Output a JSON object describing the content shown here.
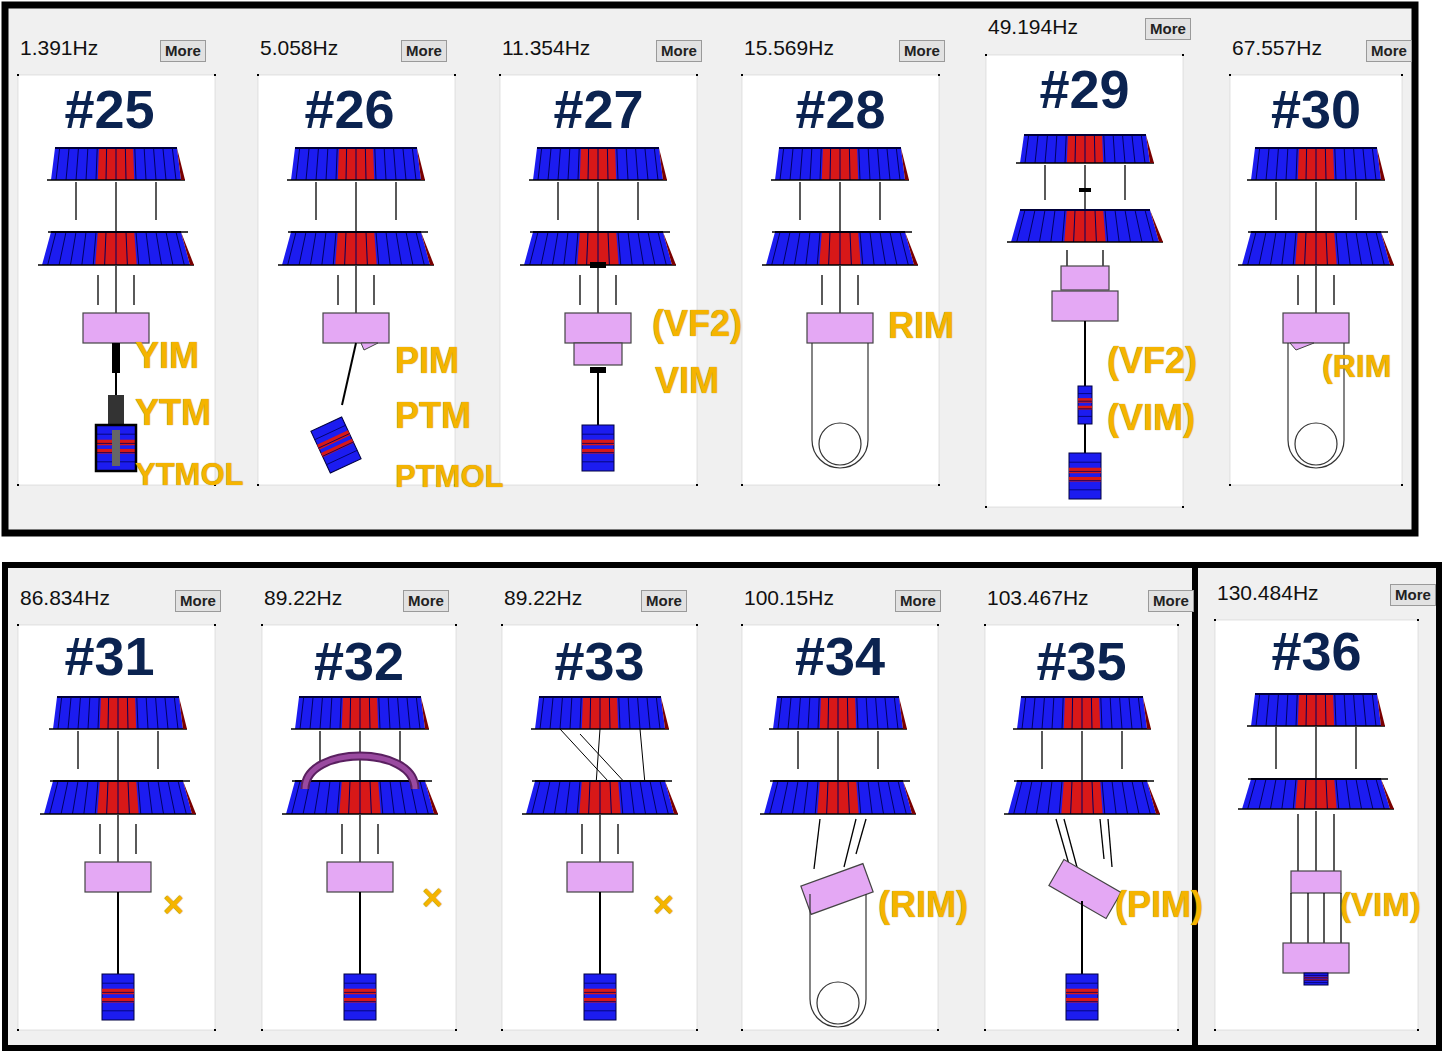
{
  "diagram": {
    "nodes": [
      {
        "text": [
          "1.391Hz",
          "#25"
        ]
      },
      {
        "text": [
          "5.058Hz",
          "#26"
        ]
      },
      {
        "text": [
          "11.354Hz",
          "#27"
        ]
      },
      {
        "text": [
          "15.569Hz",
          "#28"
        ]
      },
      {
        "text": [
          "49.194Hz",
          "#29"
        ]
      },
      {
        "text": [
          "67.557Hz",
          "#30"
        ]
      },
      {
        "text": [
          "86.834Hz",
          "#31"
        ]
      },
      {
        "text": [
          "89.22Hz",
          "#32"
        ]
      },
      {
        "text": [
          "89.22Hz",
          "#33"
        ]
      },
      {
        "text": [
          "100.15Hz",
          "#34"
        ]
      },
      {
        "text": [
          "103.467Hz",
          "#35"
        ]
      },
      {
        "text": [
          "130.484Hz",
          "#36"
        ]
      }
    ],
    "labels": [
      "More",
      "YIM",
      "YTM",
      "YTMOL",
      "More",
      "PIM",
      "PTM",
      "PTMOL",
      "More",
      "(VF2)",
      "VIM",
      "More",
      "RIM",
      "More",
      "(VF2)",
      "(VIM)",
      "More",
      "(RIM",
      "More",
      "×",
      "More",
      "×",
      "More",
      "×",
      "More",
      "(RIM)",
      "More",
      "(PIM)",
      "More",
      "(VIM)"
    ]
  }
}
